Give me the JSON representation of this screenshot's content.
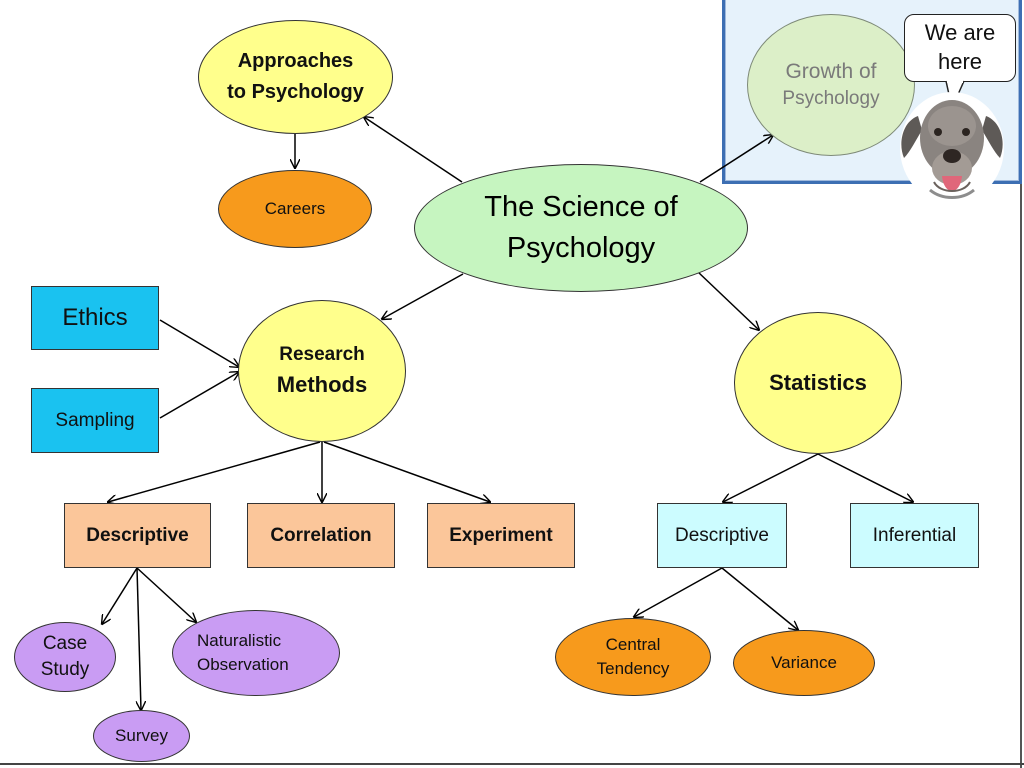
{
  "title": [
    "The Science of",
    "Psychology"
  ],
  "approaches": [
    "Approaches",
    "to Psychology"
  ],
  "careers": "Careers",
  "growth": [
    "Growth of",
    "Psychology"
  ],
  "speech_bubble": [
    "We are",
    "here"
  ],
  "ethics": "Ethics",
  "sampling": "Sampling",
  "research_methods": [
    "Research",
    "Methods"
  ],
  "statistics": "Statistics",
  "methods": [
    "Descriptive",
    "Correlation",
    "Experiment"
  ],
  "stat_types": [
    "Descriptive",
    "Inferential"
  ],
  "descriptive_methods": {
    "case_study": [
      "Case",
      "Study"
    ],
    "survey": "Survey",
    "naturalistic": [
      "Naturalistic",
      "Observation"
    ]
  },
  "descriptive_stats": {
    "central_tendency": [
      "Central",
      "Tendency"
    ],
    "variance": "Variance"
  },
  "colors": {
    "yellow": "#ffff8c",
    "green": "#c6f5c0",
    "orange": "#f79a1c",
    "purple": "#c99cf3",
    "blue_box": "#1ac2f0",
    "peach_box": "#fbc69a",
    "cyan_box": "#ccfcff",
    "highlight_border": "#3d6fb3"
  }
}
